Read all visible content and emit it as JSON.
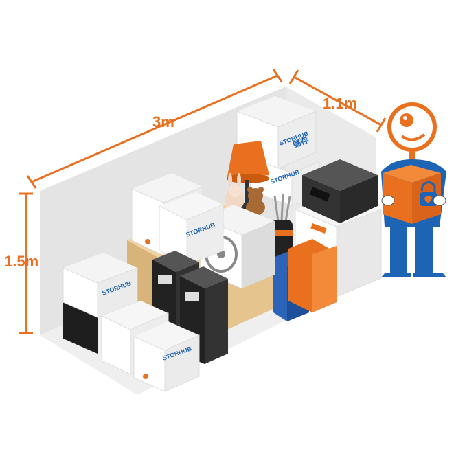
{
  "dimensions": {
    "length": "3m",
    "width": "1.1m",
    "height": "1.5m"
  },
  "box_brand": {
    "latin": "STORHUB",
    "chinese": "儲存"
  },
  "colors": {
    "accent_orange": "#E8701E",
    "brand_blue": "#1E64B4",
    "wall_grey": "#E5E5E5",
    "wood": "#E2C08A"
  }
}
